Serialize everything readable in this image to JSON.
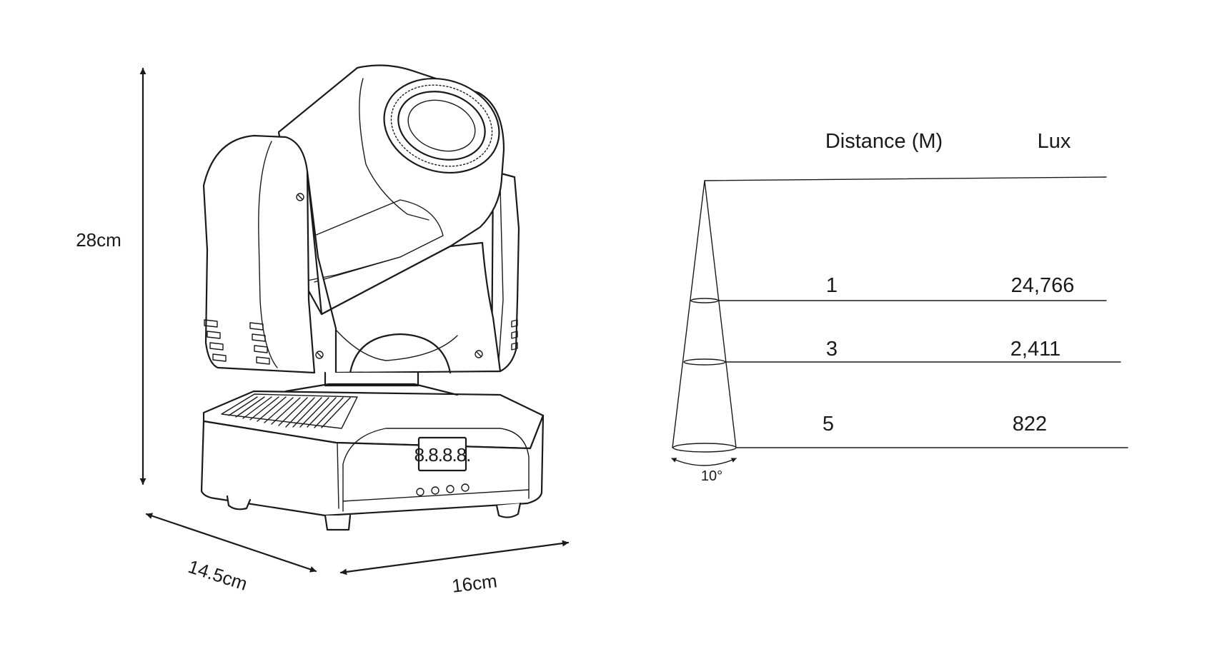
{
  "dimensions": {
    "height": "28cm",
    "depth": "14.5cm",
    "width": "16cm"
  },
  "table": {
    "header_distance": "Distance (M)",
    "header_lux": "Lux",
    "rows": [
      {
        "distance": "1",
        "lux": "24,766"
      },
      {
        "distance": "3",
        "lux": "2,411"
      },
      {
        "distance": "5",
        "lux": "822"
      }
    ]
  },
  "beam": {
    "angle_label": "10°"
  },
  "display": {
    "readout": "8.8.8.8."
  },
  "colors": {
    "line": "#1a1a1a",
    "background": "#ffffff"
  }
}
